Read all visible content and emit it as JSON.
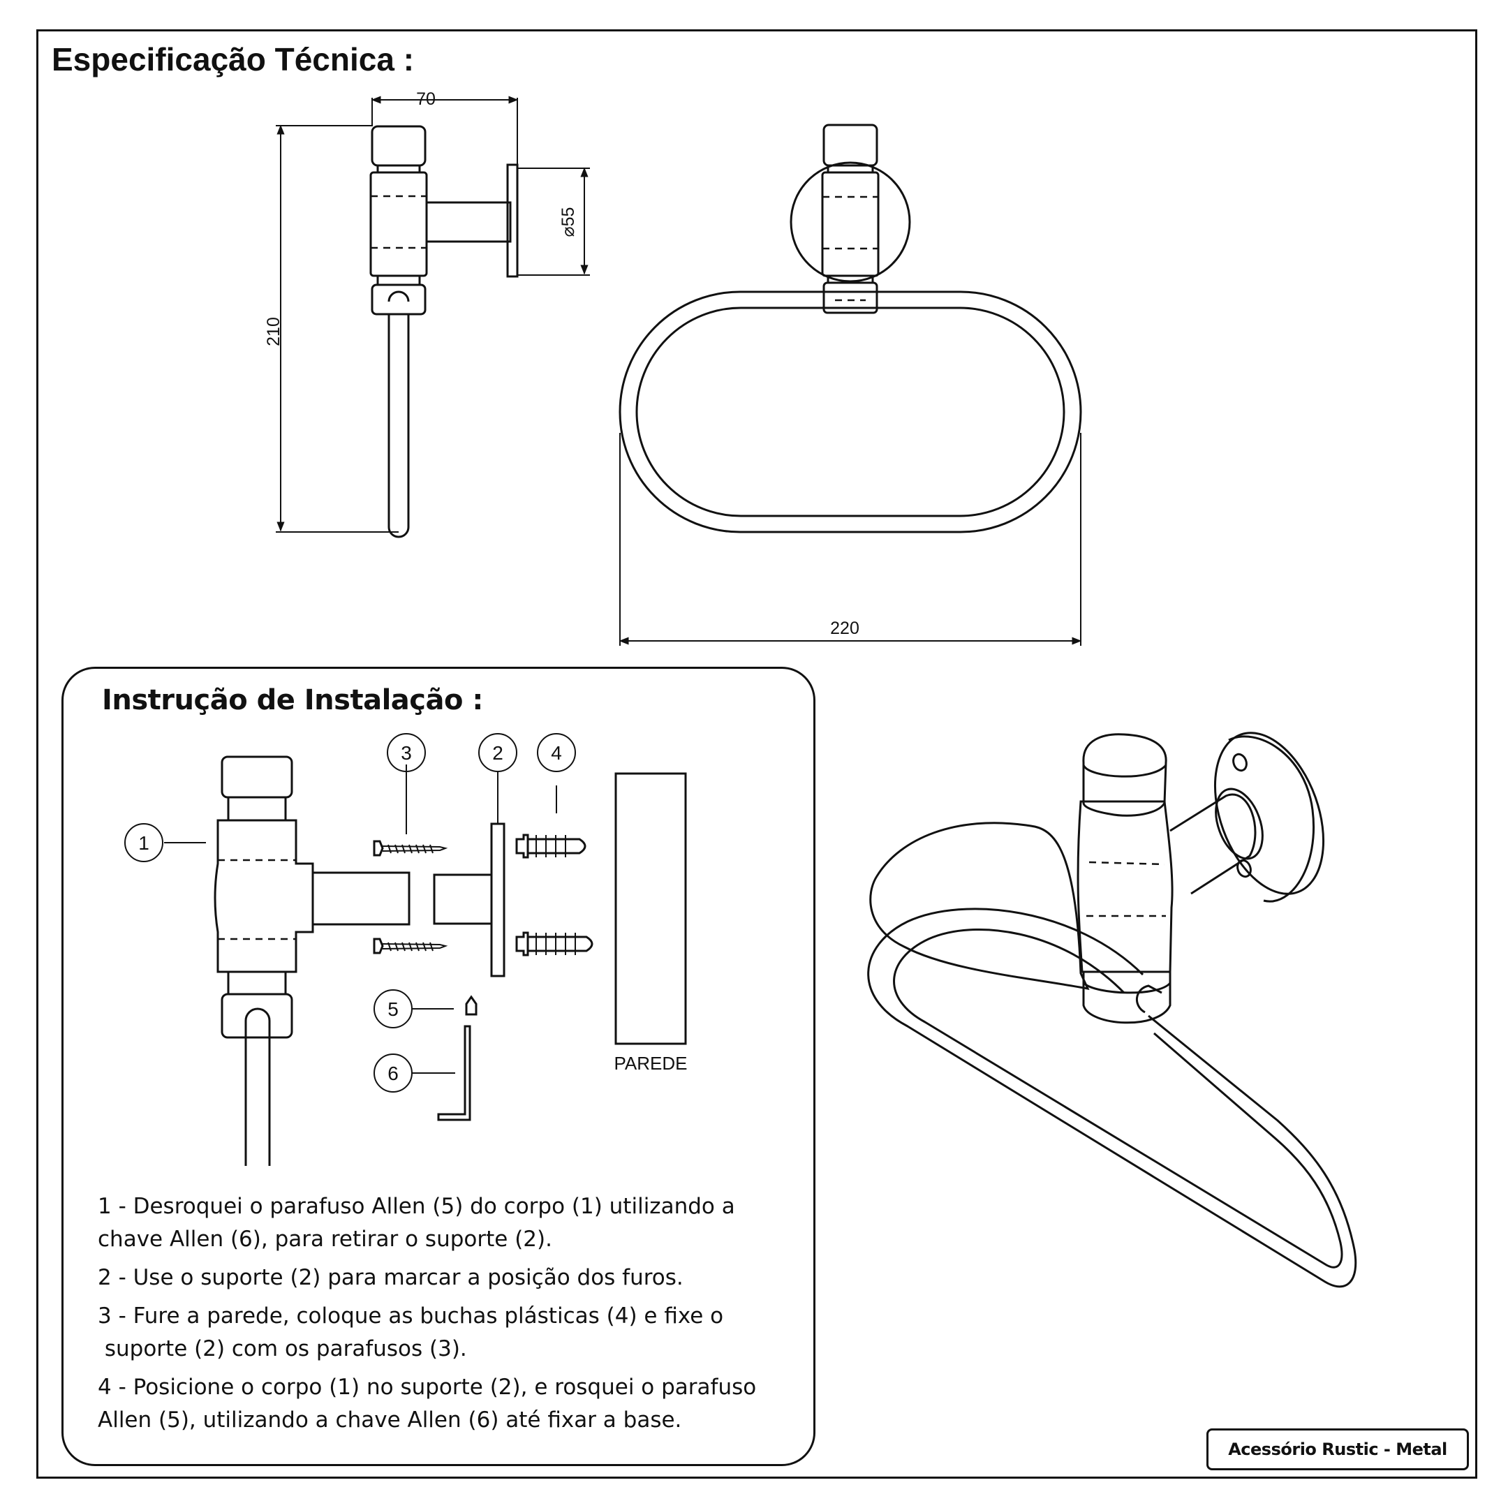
{
  "title": "Especificação Técnica :",
  "dimensions": {
    "depth": "70",
    "height": "210",
    "diameter": "⌀55",
    "width": "220"
  },
  "installation": {
    "title": "Instrução de Instalação :",
    "callouts": [
      "1",
      "2",
      "3",
      "4",
      "5",
      "6"
    ],
    "wall_label": "PAREDE",
    "steps": [
      {
        "lines": [
          "1 - Desroquei o parafuso Allen (5) do corpo (1) utilizando a",
          "chave Allen (6), para retirar o suporte (2)."
        ]
      },
      {
        "lines": [
          "2 - Use o suporte (2) para marcar a posição dos furos."
        ]
      },
      {
        "lines": [
          "3 - Fure a parede, coloque as buchas plásticas (4) e fixe o",
          " suporte (2) com os parafusos (3)."
        ]
      },
      {
        "lines": [
          "4 - Posicione o corpo (1) no suporte (2), e rosquei o parafuso",
          "Allen (5), utilizando a chave Allen (6) até fixar a base."
        ]
      }
    ]
  },
  "model": "Acessório Rustic - Metal",
  "icons": [
    "side-view-drawing",
    "front-view-drawing",
    "exploded-view-drawing",
    "isometric-view-drawing"
  ]
}
